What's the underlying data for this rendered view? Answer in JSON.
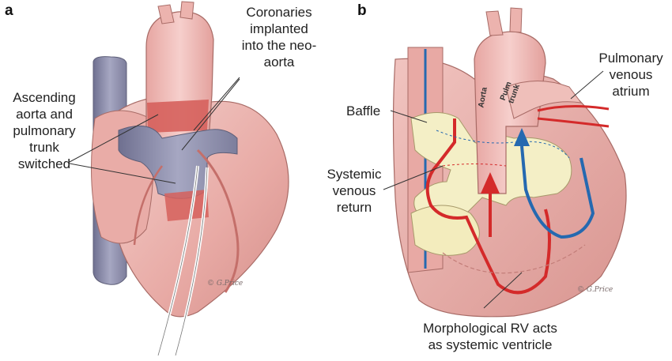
{
  "panel_a": {
    "letter": "a",
    "label_coronaries": "Coronaries\nimplanted\ninto the neo-\naorta",
    "label_switched": "Ascending\naorta and\npulmonary\ntrunk\nswitched",
    "signature": "© G.Price"
  },
  "panel_b": {
    "letter": "b",
    "label_pulm_venous_atrium": "Pulmonary\nvenous\natrium",
    "label_baffle": "Baffle",
    "label_systemic_venous_return": "Systemic\nvenous\nreturn",
    "label_morph_rv": "Morphological RV acts\nas systemic ventricle",
    "label_aorta": "Aorta",
    "label_pulm_trunk": "Pulm\ntrunk",
    "signature": "© G.Price"
  },
  "colors": {
    "heart_fill": "#eab1ad",
    "heart_light": "#f3cfcb",
    "heart_dark": "#c9847f",
    "vessel_pink": "#f0b8b4",
    "vessel_red": "#d7494a",
    "vessel_grey": "#9b9cb6",
    "baffle_yellow": "#f4efc6",
    "flow_red": "#d42a2a",
    "flow_blue": "#2569b0"
  }
}
